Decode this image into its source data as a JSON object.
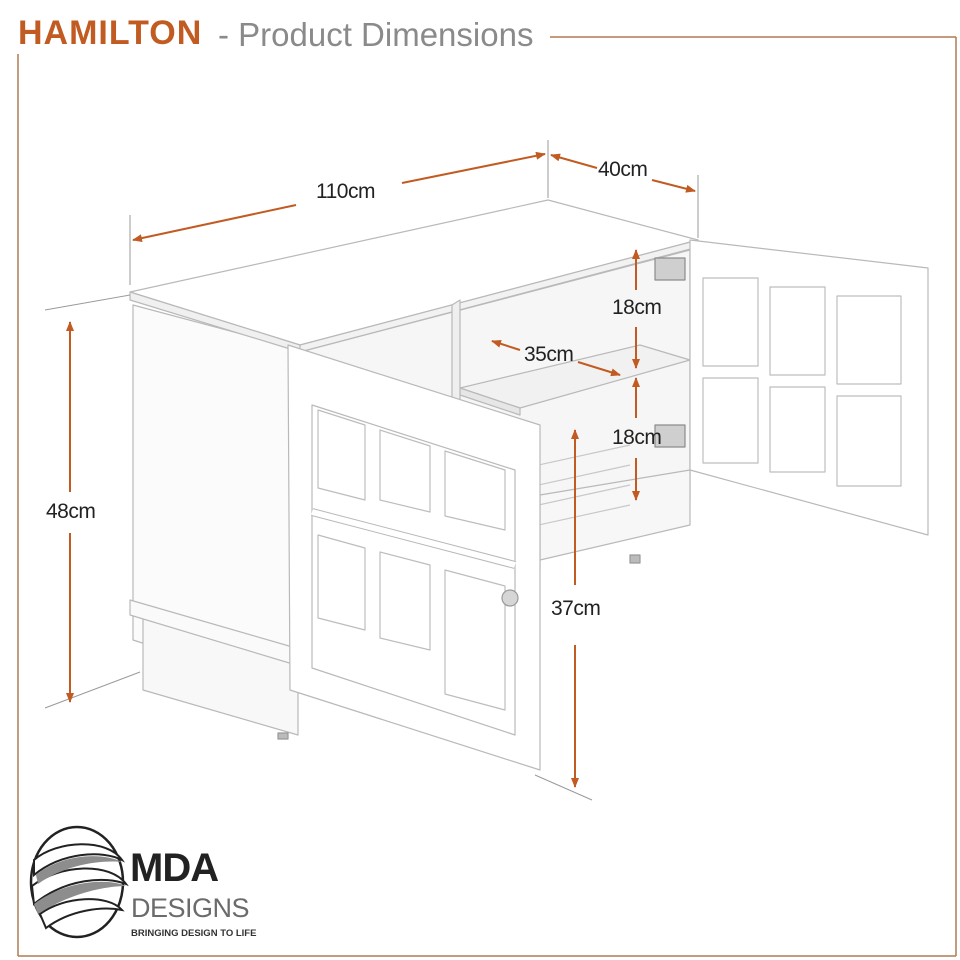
{
  "header": {
    "brand": "HAMILTON",
    "subtitle": "- Product Dimensions"
  },
  "colors": {
    "accent": "#c25b22",
    "frame_line": "#b07a52",
    "cabinet": "#ffffff",
    "cabinet_edge": "#b9b9b9"
  },
  "dimensions": {
    "width": "110cm",
    "depth": "40cm",
    "height": "48cm",
    "shelf_upper": "18cm",
    "shelf_depth": "35cm",
    "shelf_lower": "18cm",
    "door_height": "37cm"
  },
  "logo": {
    "name": "MDA",
    "subtitle": "DESIGNS",
    "tagline": "BRINGING DESIGN TO LIFE"
  }
}
